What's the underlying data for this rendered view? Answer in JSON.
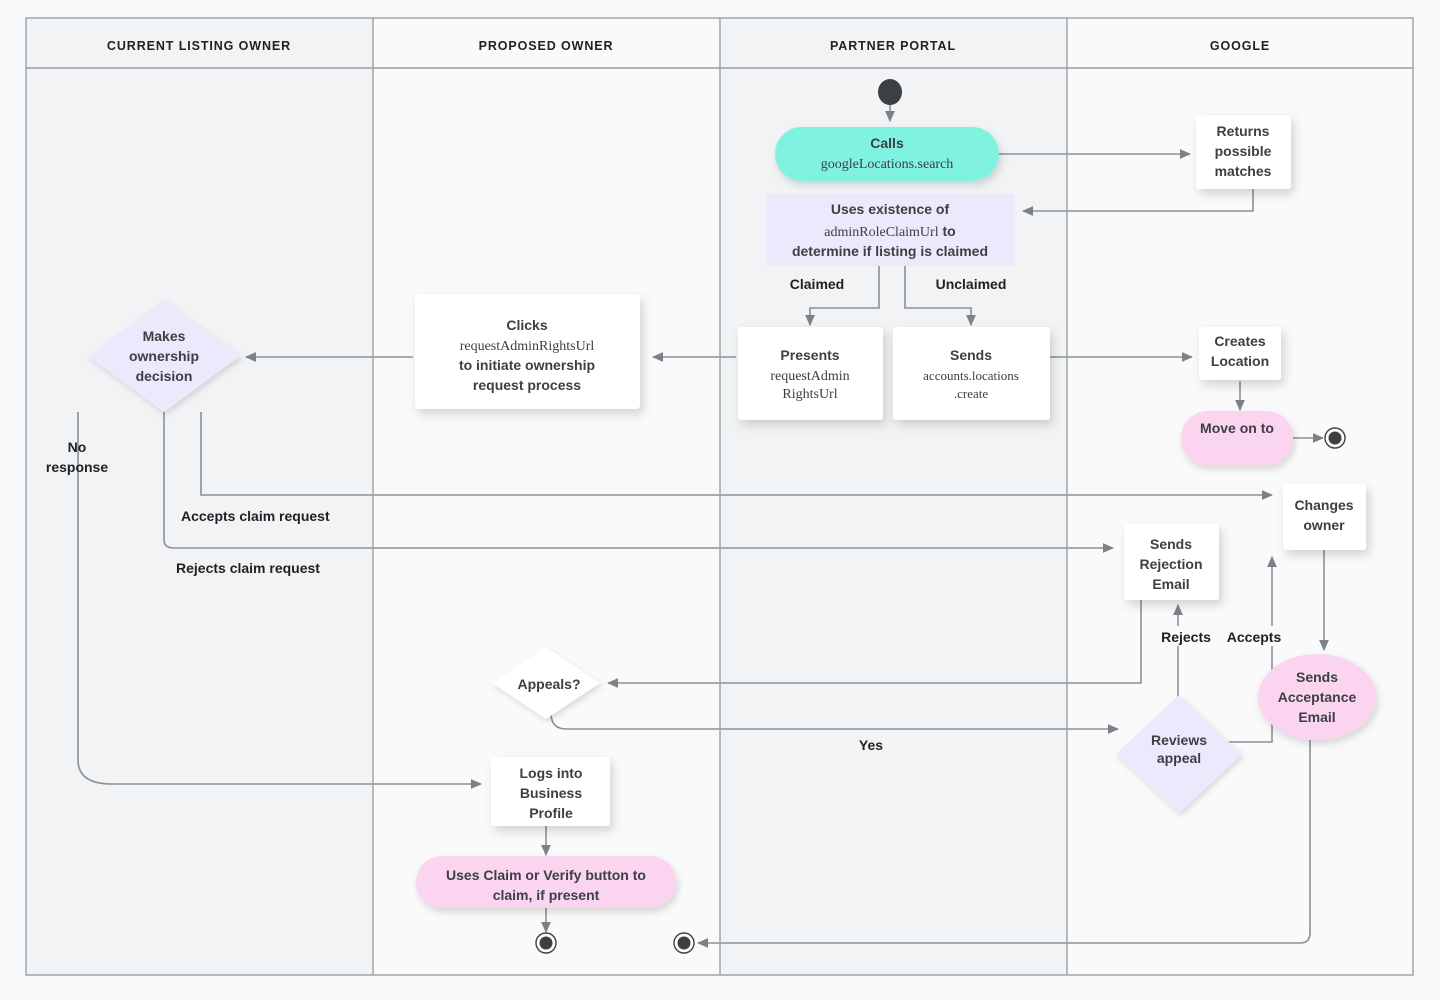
{
  "diagram": {
    "type": "swimlane-flowchart",
    "title": "Google Business Profile listing ownership transfer flow",
    "colors": {
      "page_background": "#f8f9fa",
      "lane_shaded": "#f1f3f4",
      "lane_light": "#fafafa",
      "lane_border": "#9aa0a6",
      "connector": "#8a9199",
      "text": "#3c4043",
      "node_white": "#ffffff",
      "node_lavender": "#ede9fc",
      "node_cyan": "#7ff3e0",
      "node_pink": "#fbd4f0",
      "terminal_dark": "#3c4043"
    },
    "lanes": [
      {
        "id": "current-listing-owner",
        "label": "CURRENT LISTING OWNER"
      },
      {
        "id": "proposed-owner",
        "label": "PROPOSED OWNER"
      },
      {
        "id": "partner-portal",
        "label": "PARTNER PORTAL"
      },
      {
        "id": "google",
        "label": "GOOGLE"
      }
    ],
    "nodes": [
      {
        "id": "start-node",
        "lane": "partner-portal",
        "shape": "start-circle",
        "label": ""
      },
      {
        "id": "calls-google-locations-search",
        "lane": "partner-portal",
        "shape": "rounded-pill",
        "color": "cyan",
        "line1": "Calls",
        "line2": "googleLocations.search"
      },
      {
        "id": "returns-possible-matches",
        "lane": "google",
        "shape": "rect",
        "color": "white",
        "lines": [
          "Returns",
          "possible",
          "matches"
        ]
      },
      {
        "id": "uses-existence-of-admin-role-claim-url",
        "lane": "partner-portal",
        "shape": "rect-flat",
        "color": "lavender",
        "line1": "Uses existence of",
        "line2a": "adminRoleClaimUrl",
        "line2b": " to",
        "line3": "determine if listing is claimed"
      },
      {
        "id": "presents-request-admin-rights-url",
        "lane": "partner-portal",
        "shape": "rect",
        "color": "white",
        "line1": "Presents",
        "line2": "requestAdmin",
        "line3": "RightsUrl"
      },
      {
        "id": "sends-accounts-locations-create",
        "lane": "partner-portal",
        "shape": "rect",
        "color": "white",
        "line1": "Sends",
        "line2": "accounts.locations",
        "line3": ".create"
      },
      {
        "id": "clicks-request-admin-rights-url",
        "lane": "proposed-owner",
        "shape": "rect",
        "color": "white",
        "line1": "Clicks",
        "line2": "requestAdminRightsUrl",
        "line3": "to initiate ownership",
        "line4": "request process"
      },
      {
        "id": "makes-ownership-decision",
        "lane": "current-listing-owner",
        "shape": "diamond",
        "color": "lavender",
        "lines": [
          "Makes",
          "ownership",
          "decision"
        ]
      },
      {
        "id": "creates-location",
        "lane": "google",
        "shape": "rect",
        "color": "white",
        "lines": [
          "Creates",
          "Location"
        ]
      },
      {
        "id": "move-on-to",
        "lane": "google",
        "shape": "rounded-pill",
        "color": "pink",
        "lines": [
          "Move on to"
        ]
      },
      {
        "id": "end-node-google",
        "lane": "google",
        "shape": "end-circle",
        "label": ""
      },
      {
        "id": "changes-owner",
        "lane": "google",
        "shape": "rect",
        "color": "white",
        "lines": [
          "Changes",
          "owner"
        ]
      },
      {
        "id": "sends-rejection-email",
        "lane": "google",
        "shape": "rect",
        "color": "white",
        "lines": [
          "Sends",
          "Rejection",
          "Email"
        ]
      },
      {
        "id": "sends-acceptance-email",
        "lane": "google",
        "shape": "rounded-pill",
        "color": "pink",
        "lines": [
          "Sends",
          "Acceptance",
          "Email"
        ]
      },
      {
        "id": "reviews-appeal",
        "lane": "google",
        "shape": "diamond",
        "color": "lavender",
        "lines": [
          "Reviews",
          "appeal"
        ]
      },
      {
        "id": "appeals",
        "lane": "proposed-owner",
        "shape": "diamond",
        "color": "white",
        "lines": [
          "Appeals?"
        ]
      },
      {
        "id": "logs-into-business-profile",
        "lane": "proposed-owner",
        "shape": "rect",
        "color": "white",
        "lines": [
          "Logs into",
          "Business",
          "Profile"
        ]
      },
      {
        "id": "uses-claim-or-verify-button",
        "lane": "proposed-owner",
        "shape": "rounded-pill",
        "color": "pink",
        "line1": "Uses Claim or Verify button to",
        "line2": "claim, if present"
      },
      {
        "id": "end-node-proposed-owner",
        "lane": "proposed-owner",
        "shape": "end-circle",
        "label": ""
      },
      {
        "id": "end-node-partner-portal",
        "lane": "partner-portal",
        "shape": "end-circle",
        "label": ""
      }
    ],
    "edge_labels": [
      {
        "id": "label-claimed",
        "text": "Claimed"
      },
      {
        "id": "label-unclaimed",
        "text": "Unclaimed"
      },
      {
        "id": "label-no-response",
        "line1": "No",
        "line2": "response"
      },
      {
        "id": "label-accepts-claim-request",
        "text": "Accepts claim request"
      },
      {
        "id": "label-rejects-claim-request",
        "text": "Rejects claim request"
      },
      {
        "id": "label-rejects",
        "text": "Rejects"
      },
      {
        "id": "label-accepts",
        "text": "Accepts"
      },
      {
        "id": "label-yes",
        "text": "Yes"
      }
    ]
  }
}
